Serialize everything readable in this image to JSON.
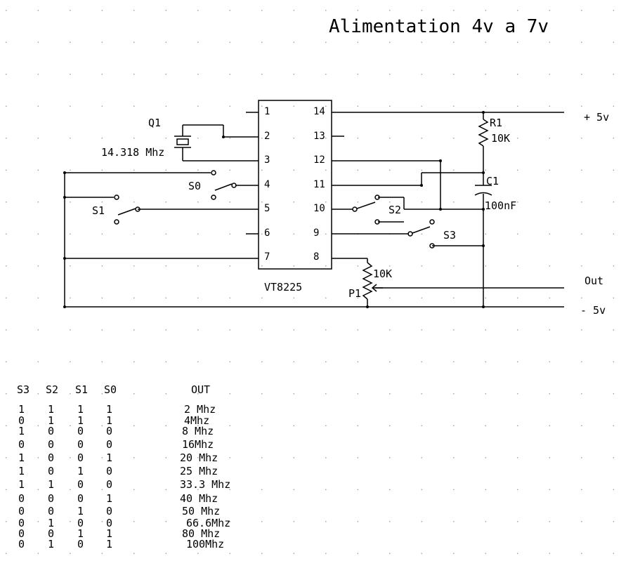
{
  "title": "Alimentation 4v a 7v",
  "chip": {
    "name": "VT8225",
    "left_pins": [
      "1",
      "2",
      "3",
      "4",
      "5",
      "6",
      "7"
    ],
    "right_pins": [
      "14",
      "13",
      "12",
      "11",
      "10",
      "9",
      "8"
    ]
  },
  "components": {
    "crystal": {
      "ref": "Q1",
      "value": "14.318 Mhz"
    },
    "resistor": {
      "ref": "R1",
      "value": "10K"
    },
    "capacitor": {
      "ref": "C1",
      "value": "100nF"
    },
    "pot": {
      "ref": "P1",
      "value": "10K"
    },
    "switches": [
      "S0",
      "S1",
      "S2",
      "S3"
    ]
  },
  "terminals": {
    "vplus": "+ 5v",
    "out": "Out",
    "vminus": "- 5v"
  },
  "table": {
    "headers": [
      "S3",
      "S2",
      "S1",
      "S0",
      "OUT"
    ],
    "rows": [
      [
        "1",
        "1",
        "1",
        "1",
        "2 Mhz"
      ],
      [
        "0",
        "1",
        "1",
        "1",
        "4Mhz"
      ],
      [
        "1",
        "0",
        "0",
        "0",
        "8 Mhz"
      ],
      [
        "0",
        "0",
        "0",
        "0",
        "16Mhz"
      ],
      [
        "1",
        "0",
        "0",
        "1",
        "20 Mhz"
      ],
      [
        "1",
        "0",
        "1",
        "0",
        "25 Mhz"
      ],
      [
        "1",
        "1",
        "0",
        "0",
        "33.3 Mhz"
      ],
      [
        "0",
        "0",
        "0",
        "1",
        "40 Mhz"
      ],
      [
        "0",
        "0",
        "1",
        "0",
        "50 Mhz"
      ],
      [
        "0",
        "1",
        "0",
        "0",
        "66.6Mhz"
      ],
      [
        "0",
        "0",
        "1",
        "1",
        "80 Mhz"
      ],
      [
        "0",
        "1",
        "0",
        "1",
        "100Mhz"
      ]
    ]
  }
}
